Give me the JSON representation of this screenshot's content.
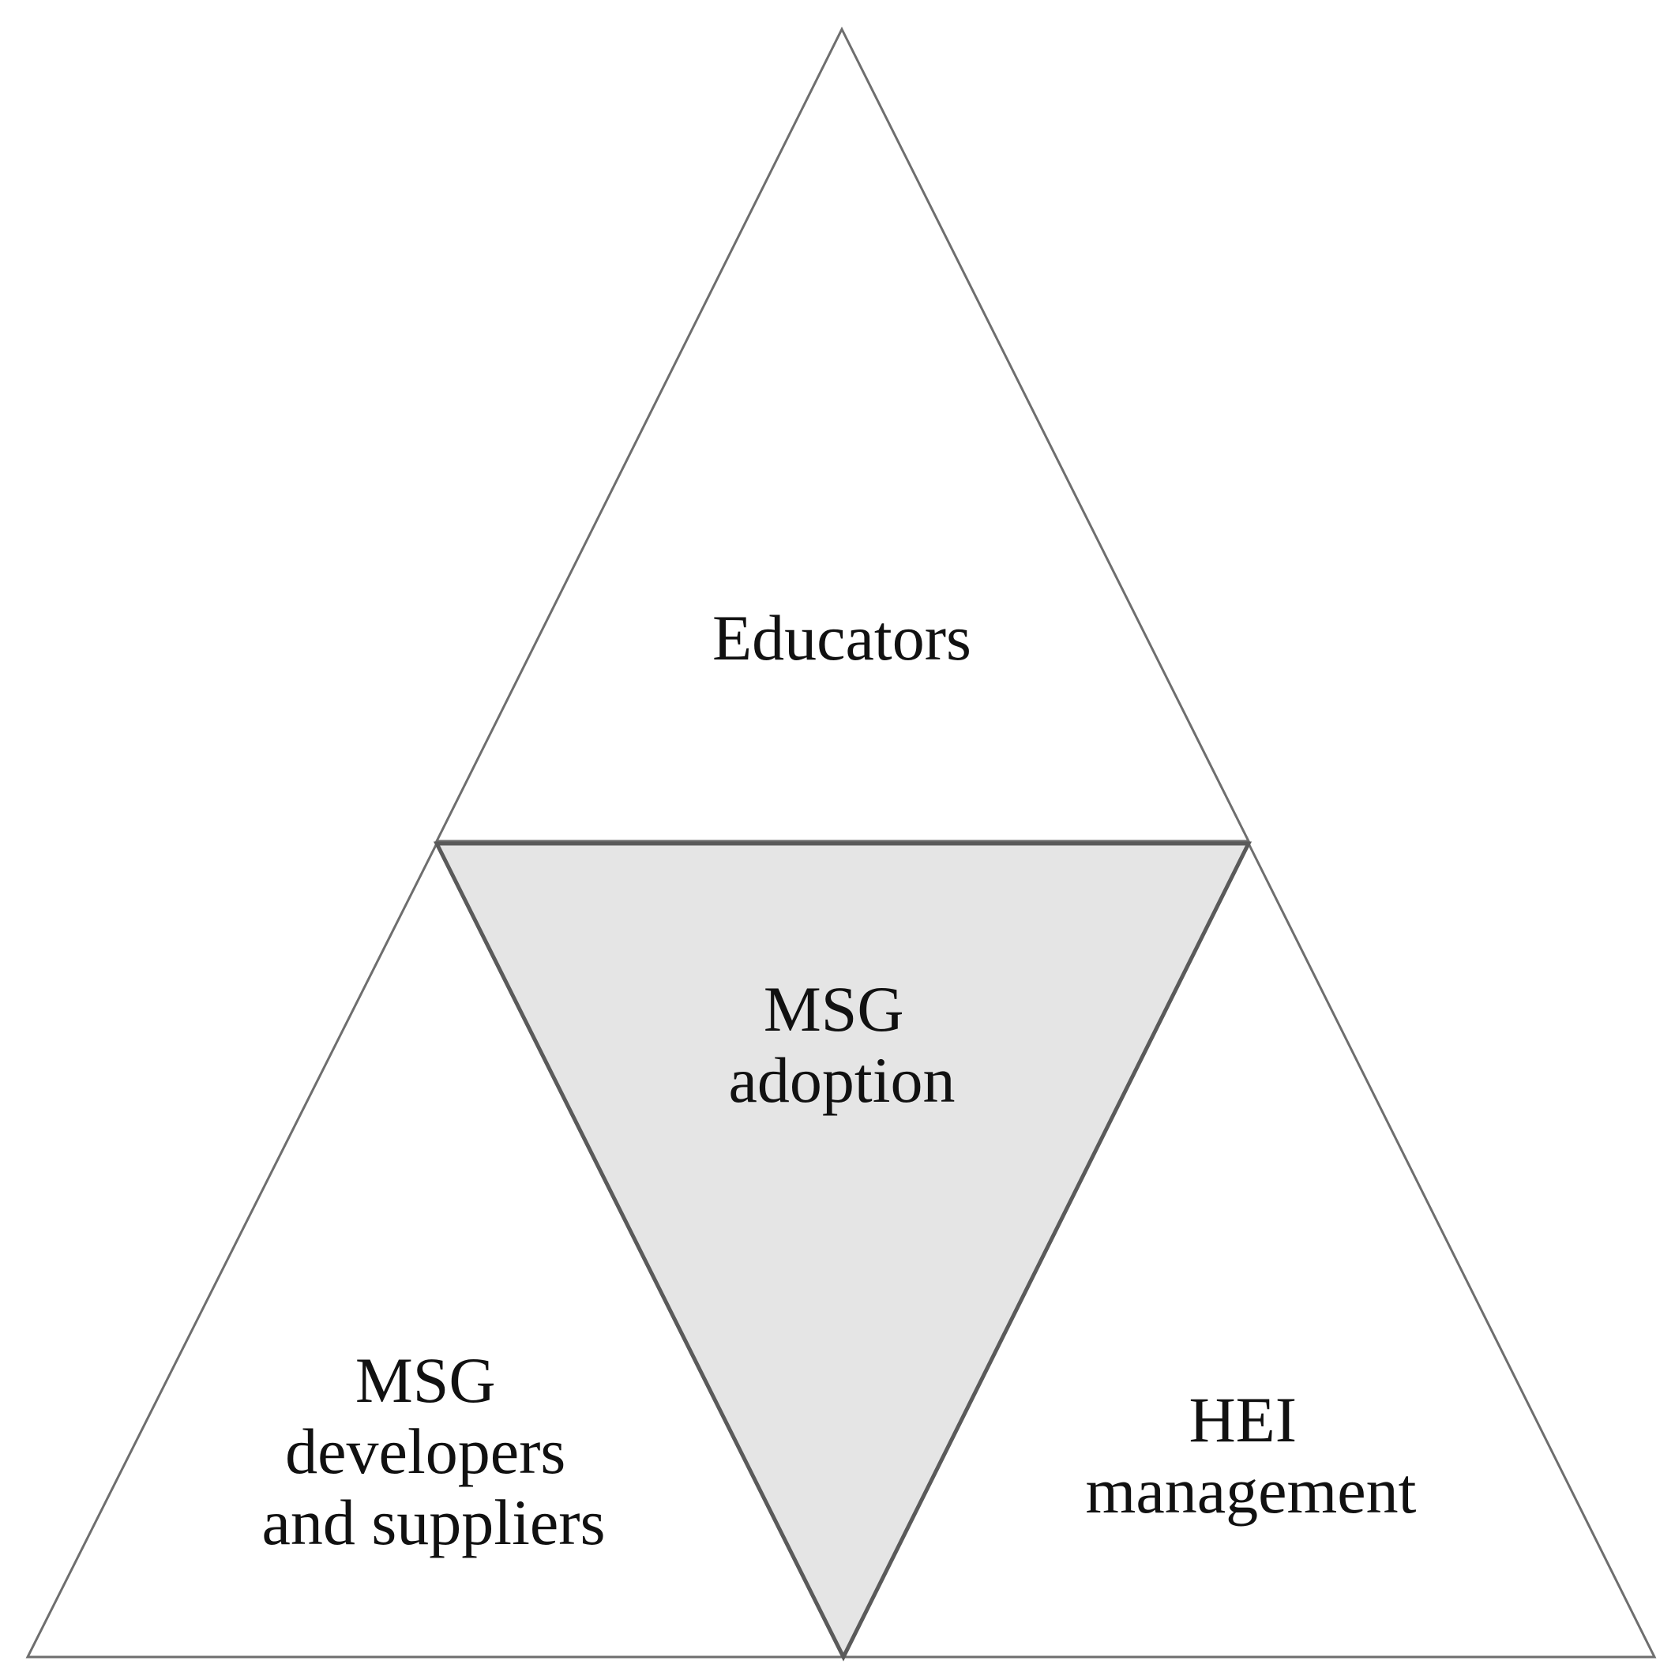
{
  "diagram": {
    "top": {
      "name": "educators",
      "lines": [
        "Educators"
      ]
    },
    "center": {
      "name": "msg-adoption",
      "lines": [
        "MSG",
        "adoption"
      ],
      "fill": "#e5e5e5"
    },
    "left": {
      "name": "msg-developers-suppliers",
      "lines": [
        "MSG",
        "developers",
        "and suppliers"
      ]
    },
    "right": {
      "name": "hei-management",
      "lines": [
        "HEI",
        "management"
      ]
    }
  }
}
